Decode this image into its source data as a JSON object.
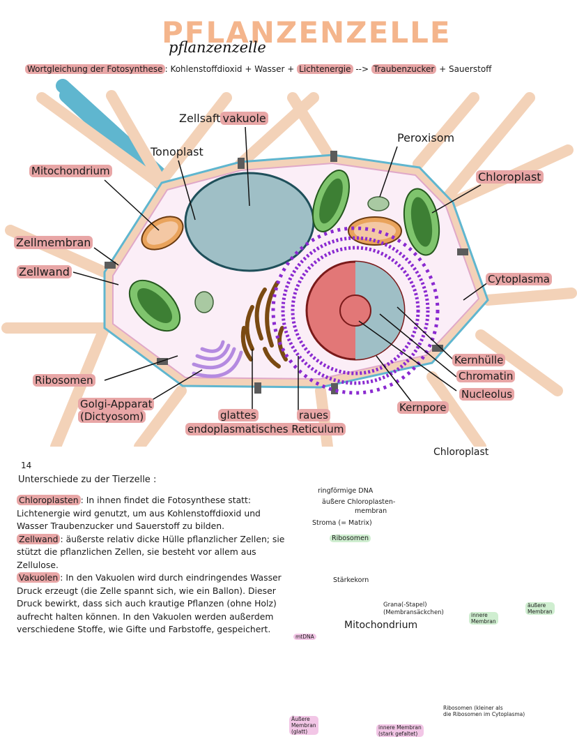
{
  "header": {
    "title": "PFLANZENZELLE",
    "subtitle": "pflanzenzelle",
    "equation_label": "Wortgleichung der Fotosynthese",
    "equation_sep": ":",
    "equation_part1": "Kohlenstoffdioxid + Wasser + ",
    "equation_light": "Lichtenergie",
    "equation_arrow": " --> ",
    "equation_sugar": "Traubenzucker",
    "equation_end": " + Sauerstoff"
  },
  "cell_labels": {
    "vakuole_a": "Zellsaft",
    "vakuole_b": "vakuole",
    "tonoplast": "Tonoplast",
    "mitochondrium": "Mitochondrium",
    "peroxisom": "Peroxisom",
    "chloroplast": "Chloroplast",
    "zellmembran": "Zellmembran",
    "zellwand": "Zellwand",
    "cytoplasma": "Cytoplasma",
    "ribosomen": "Ribosomen",
    "golgi_1": "Golgi-Apparat",
    "golgi_2": "(Dictyosom)",
    "glattes": "glattes",
    "raues": "raues",
    "er": "endoplasmatisches Reticulum",
    "kernpore": "Kernpore",
    "nucleolus": "Nucleolus",
    "chromatin": "Chromatin",
    "kernhuelle": "Kernhülle"
  },
  "notes": {
    "page_number": "14",
    "heading": "Unterschiede zu der Tierzelle :",
    "p1_term": "Chloroplasten",
    "p1_text": ": In ihnen findet die Fotosynthese statt: Lichtenergie wird genutzt, um aus Kohlenstoffdioxid und Wasser Traubenzucker und Sauerstoff zu bilden.",
    "p2_term": "Zellwand",
    "p2_text": ": äußerste relativ dicke Hülle pflanzlicher Zellen; sie stützt die pflanzlichen Zellen, sie besteht vor allem aus Zellulose.",
    "p3_term": "Vakuolen",
    "p3_text": ": In den Vakuolen wird durch eindringendes Wasser Druck erzeugt (die Zelle spannt sich, wie ein Ballon). Dieser Druck bewirkt, dass sich auch krautige Pflanzen (ohne Holz) aufrecht halten können. In den Vakuolen werden außerdem verschiedene Stoffe, wie Gifte und Farbstoffe, gespeichert."
  },
  "chloroplast_diagram": {
    "title": "Chloroplast",
    "dna": "ringförmige DNA",
    "outer_a": "äußere Chloroplasten-",
    "outer_b": "membran",
    "stroma": "Stroma (= Matrix)",
    "ribosomen": "Ribosomen",
    "staerkekorn": "Stärkekorn",
    "grana_a": "Grana(-Stapel)",
    "grana_b": "(Membransäckchen)",
    "innere_a": "innere",
    "innere_b": "Membran",
    "aeussere_a": "äußere",
    "aeussere_b": "Membran"
  },
  "mito_diagram": {
    "title": "Mitochondrium",
    "mtdna": "mtDNA",
    "ribo_a": "Ribosomen (kleiner als",
    "ribo_b": "die Ribosomen im Cytoplasma)",
    "outer_a": "Äußere",
    "outer_b": "Membran",
    "outer_c": "(glatt)",
    "inner_a": "innere Membran",
    "inner_b": "(stark gefaltet)"
  },
  "colors": {
    "highlight_red": "#e8a6a6",
    "highlight_green": "#cfeed0",
    "highlight_pink": "#f2c6e6",
    "cell_wall": "#f3d2b8",
    "cytoplasm": "#fbeef7",
    "vacuole": "#9fbfc6",
    "chloroplast": "#4f9a43",
    "er": "#8a2ad0",
    "golgi_brown": "#7a4a12",
    "nucleus": "#e27777",
    "title_orange": "#f4b58c"
  }
}
